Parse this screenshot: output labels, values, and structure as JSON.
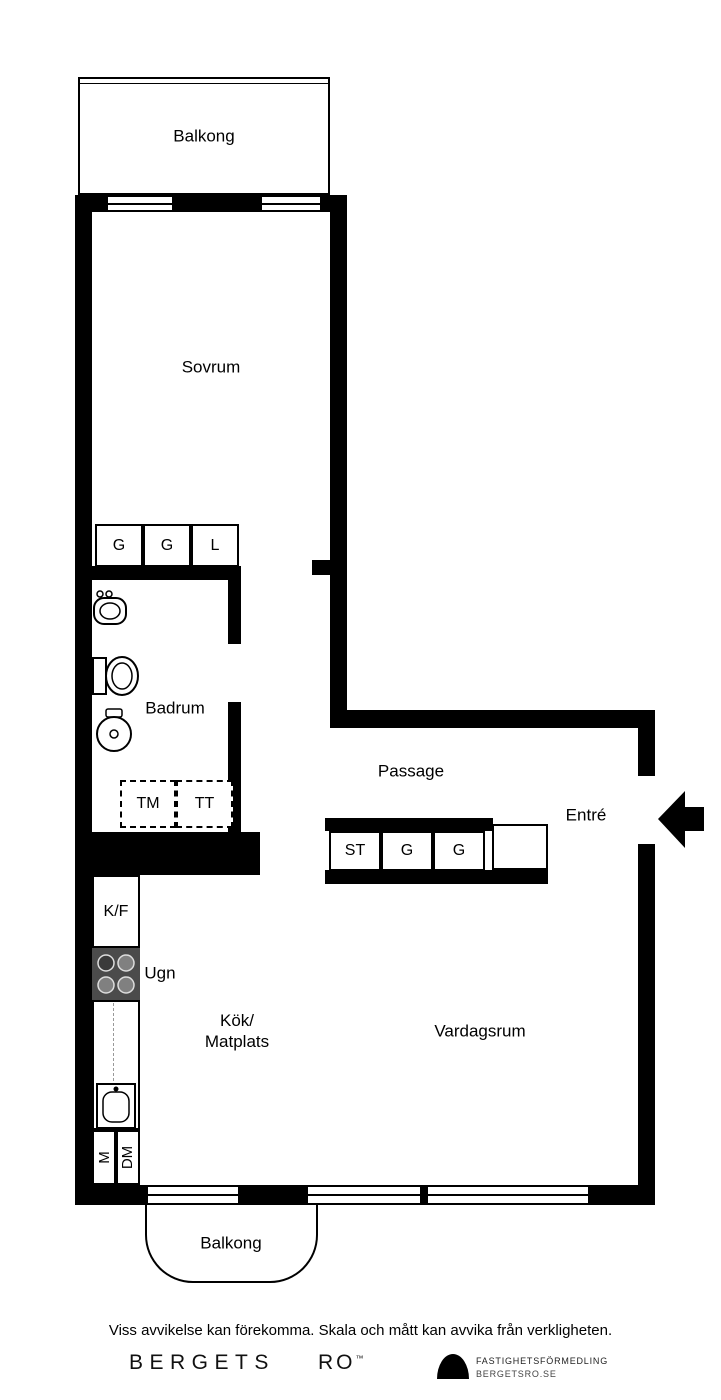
{
  "rooms": {
    "balkong_top": "Balkong",
    "sovrum": "Sovrum",
    "badrum": "Badrum",
    "passage": "Passage",
    "entre": "Entré",
    "kok_line1": "Kök/",
    "kok_line2": "Matplats",
    "vardagsrum": "Vardagsrum",
    "balkong_bottom": "Balkong"
  },
  "closets": {
    "bedroom": [
      "G",
      "G",
      "L"
    ],
    "hall": [
      "ST",
      "G",
      "G"
    ]
  },
  "appliances": {
    "laundry": [
      "TM",
      "TT"
    ],
    "fridge": "K/F",
    "oven": "Ugn",
    "m": "M",
    "dm": "DM"
  },
  "footer": {
    "disclaimer": "Viss avvikelse kan förekomma. Skala och mått kan avvika från verkligheten.",
    "brand_word1": "BERGETS",
    "brand_word2": "RO",
    "trademark": "™",
    "logo_text_line1": "FASTIGHETSFÖRMEDLING",
    "logo_text_line2": "BERGETSRO.SE"
  },
  "colors": {
    "wall": "#000000",
    "stove": "#4b4b4b",
    "background": "#ffffff"
  }
}
